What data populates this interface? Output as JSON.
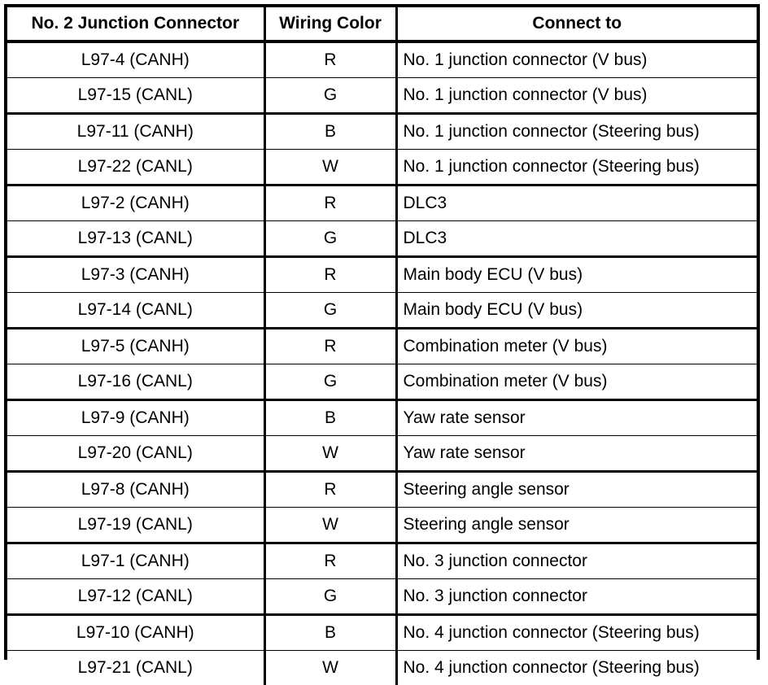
{
  "table": {
    "headers": [
      "No. 2 Junction Connector",
      "Wiring Color",
      "Connect to"
    ],
    "rows": [
      {
        "connector": "L97-4 (CANH)",
        "color": "R",
        "connect_to": "No. 1 junction connector (V bus)"
      },
      {
        "connector": "L97-15 (CANL)",
        "color": "G",
        "connect_to": "No. 1 junction connector (V bus)"
      },
      {
        "connector": "L97-11 (CANH)",
        "color": "B",
        "connect_to": "No. 1 junction connector (Steering bus)"
      },
      {
        "connector": "L97-22 (CANL)",
        "color": "W",
        "connect_to": "No. 1 junction connector (Steering bus)"
      },
      {
        "connector": "L97-2 (CANH)",
        "color": "R",
        "connect_to": "DLC3"
      },
      {
        "connector": "L97-13 (CANL)",
        "color": "G",
        "connect_to": "DLC3"
      },
      {
        "connector": "L97-3 (CANH)",
        "color": "R",
        "connect_to": "Main body ECU (V bus)"
      },
      {
        "connector": "L97-14 (CANL)",
        "color": "G",
        "connect_to": "Main body ECU (V bus)"
      },
      {
        "connector": "L97-5 (CANH)",
        "color": "R",
        "connect_to": "Combination meter (V bus)"
      },
      {
        "connector": "L97-16 (CANL)",
        "color": "G",
        "connect_to": "Combination meter (V bus)"
      },
      {
        "connector": "L97-9 (CANH)",
        "color": "B",
        "connect_to": "Yaw rate sensor"
      },
      {
        "connector": "L97-20 (CANL)",
        "color": "W",
        "connect_to": "Yaw rate sensor"
      },
      {
        "connector": "L97-8 (CANH)",
        "color": "R",
        "connect_to": "Steering angle sensor"
      },
      {
        "connector": "L97-19 (CANL)",
        "color": "W",
        "connect_to": "Steering angle sensor"
      },
      {
        "connector": "L97-1 (CANH)",
        "color": "R",
        "connect_to": "No. 3 junction connector"
      },
      {
        "connector": "L97-12 (CANL)",
        "color": "G",
        "connect_to": "No. 3 junction connector"
      },
      {
        "connector": "L97-10 (CANH)",
        "color": "B",
        "connect_to": "No. 4 junction connector (Steering bus)"
      },
      {
        "connector": "L97-21 (CANL)",
        "color": "W",
        "connect_to": "No. 4 junction connector (Steering bus)"
      }
    ]
  },
  "colors": {
    "ink": "#000000",
    "paper": "#ffffff"
  }
}
